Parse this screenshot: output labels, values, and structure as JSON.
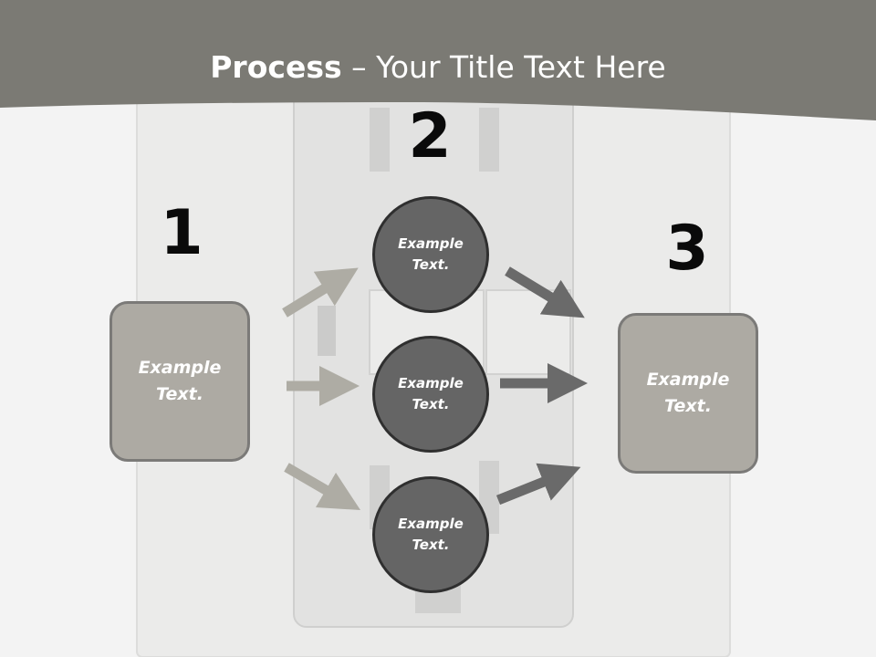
{
  "title": {
    "bold": "Process",
    "rest": " – Your Title Text Here"
  },
  "steps": [
    {
      "number": "1"
    },
    {
      "number": "2"
    },
    {
      "number": "3"
    }
  ],
  "left_box": {
    "text": "Example Text."
  },
  "right_box": {
    "text": "Example Text."
  },
  "circles": [
    {
      "text": "Example Text."
    },
    {
      "text": "Example Text."
    },
    {
      "text": "Example Text."
    }
  ],
  "colors": {
    "banner": "#7b7a74",
    "box_fill": "#adaaa3",
    "circle_fill": "#656565",
    "arrow_light": "#aeaca4",
    "arrow_dark": "#6a6a6a"
  }
}
